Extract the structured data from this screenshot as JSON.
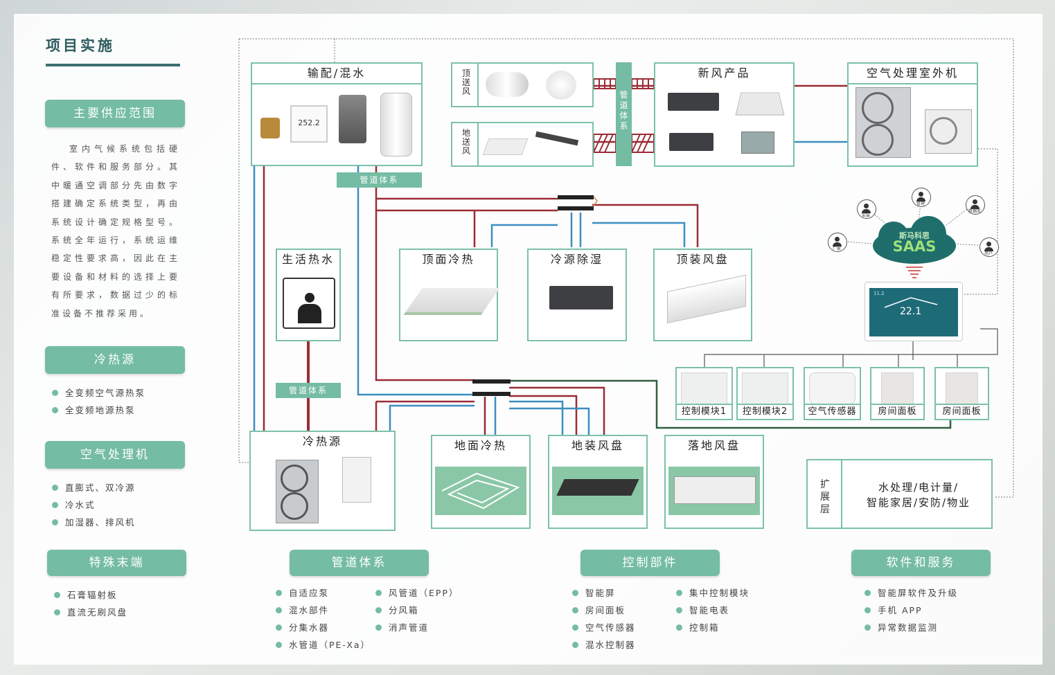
{
  "title": "项目实施",
  "left": {
    "supply_title": "主要供应范围",
    "intro": "室内气候系统包括硬件、软件和服务部分。其中暖通空调部分先由数字搭建确定系统类型，再由系统设计确定规格型号。系统全年运行，系统运维稳定性要求高，因此在主要设备和材料的选择上要有所要求，数据过少的标准设备不推荐采用。",
    "source_title": "冷热源",
    "source_items": [
      "全变频空气源热泵",
      "全变频地源热泵"
    ],
    "ahu_title": "空气处理机",
    "ahu_items": [
      "直膨式、双冷源",
      "冷水式",
      "加湿器、排风机"
    ]
  },
  "bottom": {
    "special": {
      "title": "特殊末端",
      "items": [
        "石膏辐射板",
        "直流无刷风盘"
      ]
    },
    "pipe": {
      "title": "管道体系",
      "col1": [
        "自适应泵",
        "混水部件",
        "分集水器",
        "水管道（PE-Xa）"
      ],
      "col2": [
        "风管道（EPP）",
        "分风箱",
        "消声管道"
      ]
    },
    "control": {
      "title": "控制部件",
      "col1": [
        "智能屏",
        "房间面板",
        "空气传感器",
        "混水控制器"
      ],
      "col2": [
        "集中控制模块",
        "智能电表",
        "控制箱"
      ]
    },
    "software": {
      "title": "软件和服务",
      "items": [
        "智能屏软件及升级",
        "手机 APP",
        "异常数据监测"
      ]
    }
  },
  "diagram": {
    "mix": "输配/混水",
    "mix_pipe_tag": "管道体系",
    "top_supply": "顶送风",
    "floor_supply": "地送风",
    "vertical_pipe": "管道体系",
    "fresh_air": "新风产品",
    "outdoor_unit": "空气处理室外机",
    "hot_water": "生活热水",
    "ceiling_cooling": "顶面冷热",
    "dehumid": "冷源除湿",
    "ceiling_fan": "顶装风盘",
    "source_pipe_tag": "管道体系",
    "heat_source": "冷热源",
    "floor_heat": "地面冷热",
    "floor_fan": "地装风盘",
    "stand_fan": "落地风盘",
    "ctrl1": "控制模块1",
    "ctrl2": "控制模块2",
    "air_sensor": "空气传感器",
    "room_panel_1": "房间面板",
    "room_panel_2": "房间面板",
    "ext_label": "扩展层",
    "ext_line1": "水处理/电计量/",
    "ext_line2": "智能家居/安防/物业",
    "saas_brand": "斯马科思",
    "saas": "SAAS",
    "saas_nodes": [
      "安装",
      "管理",
      "数据库",
      "厂家",
      "用户"
    ],
    "screen_temp": "22.1",
    "screen_small": "11.2",
    "panel_reading": "252.2"
  },
  "colors": {
    "accent": "#74bca3",
    "red_pipe": "#9b2b36",
    "blue_pipe": "#3b8ec0",
    "green_pipe": "#2f5f3f",
    "title": "#2d5b5d"
  }
}
